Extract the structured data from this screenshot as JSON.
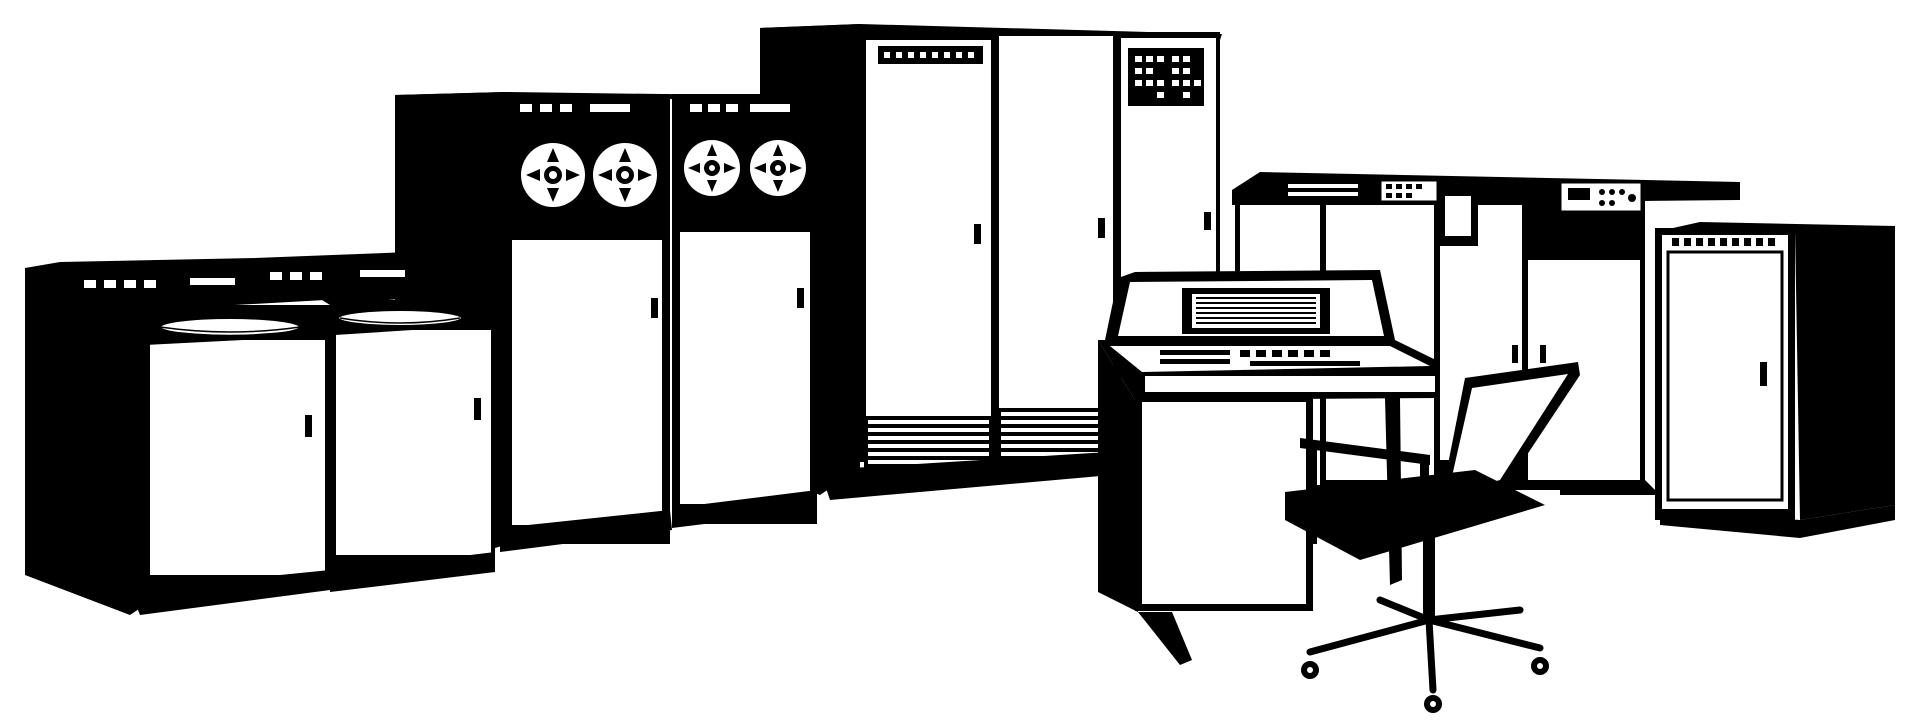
{
  "scene": {
    "background": "#ffffff",
    "ink": "#000000",
    "paper": "#ffffff",
    "objects": [
      "disk-drive-left",
      "disk-drive-right",
      "tape-drive-left",
      "tape-drive-right",
      "mainframe-cabinet",
      "operator-console",
      "office-chair",
      "line-printer",
      "peripheral-cabinet"
    ]
  }
}
